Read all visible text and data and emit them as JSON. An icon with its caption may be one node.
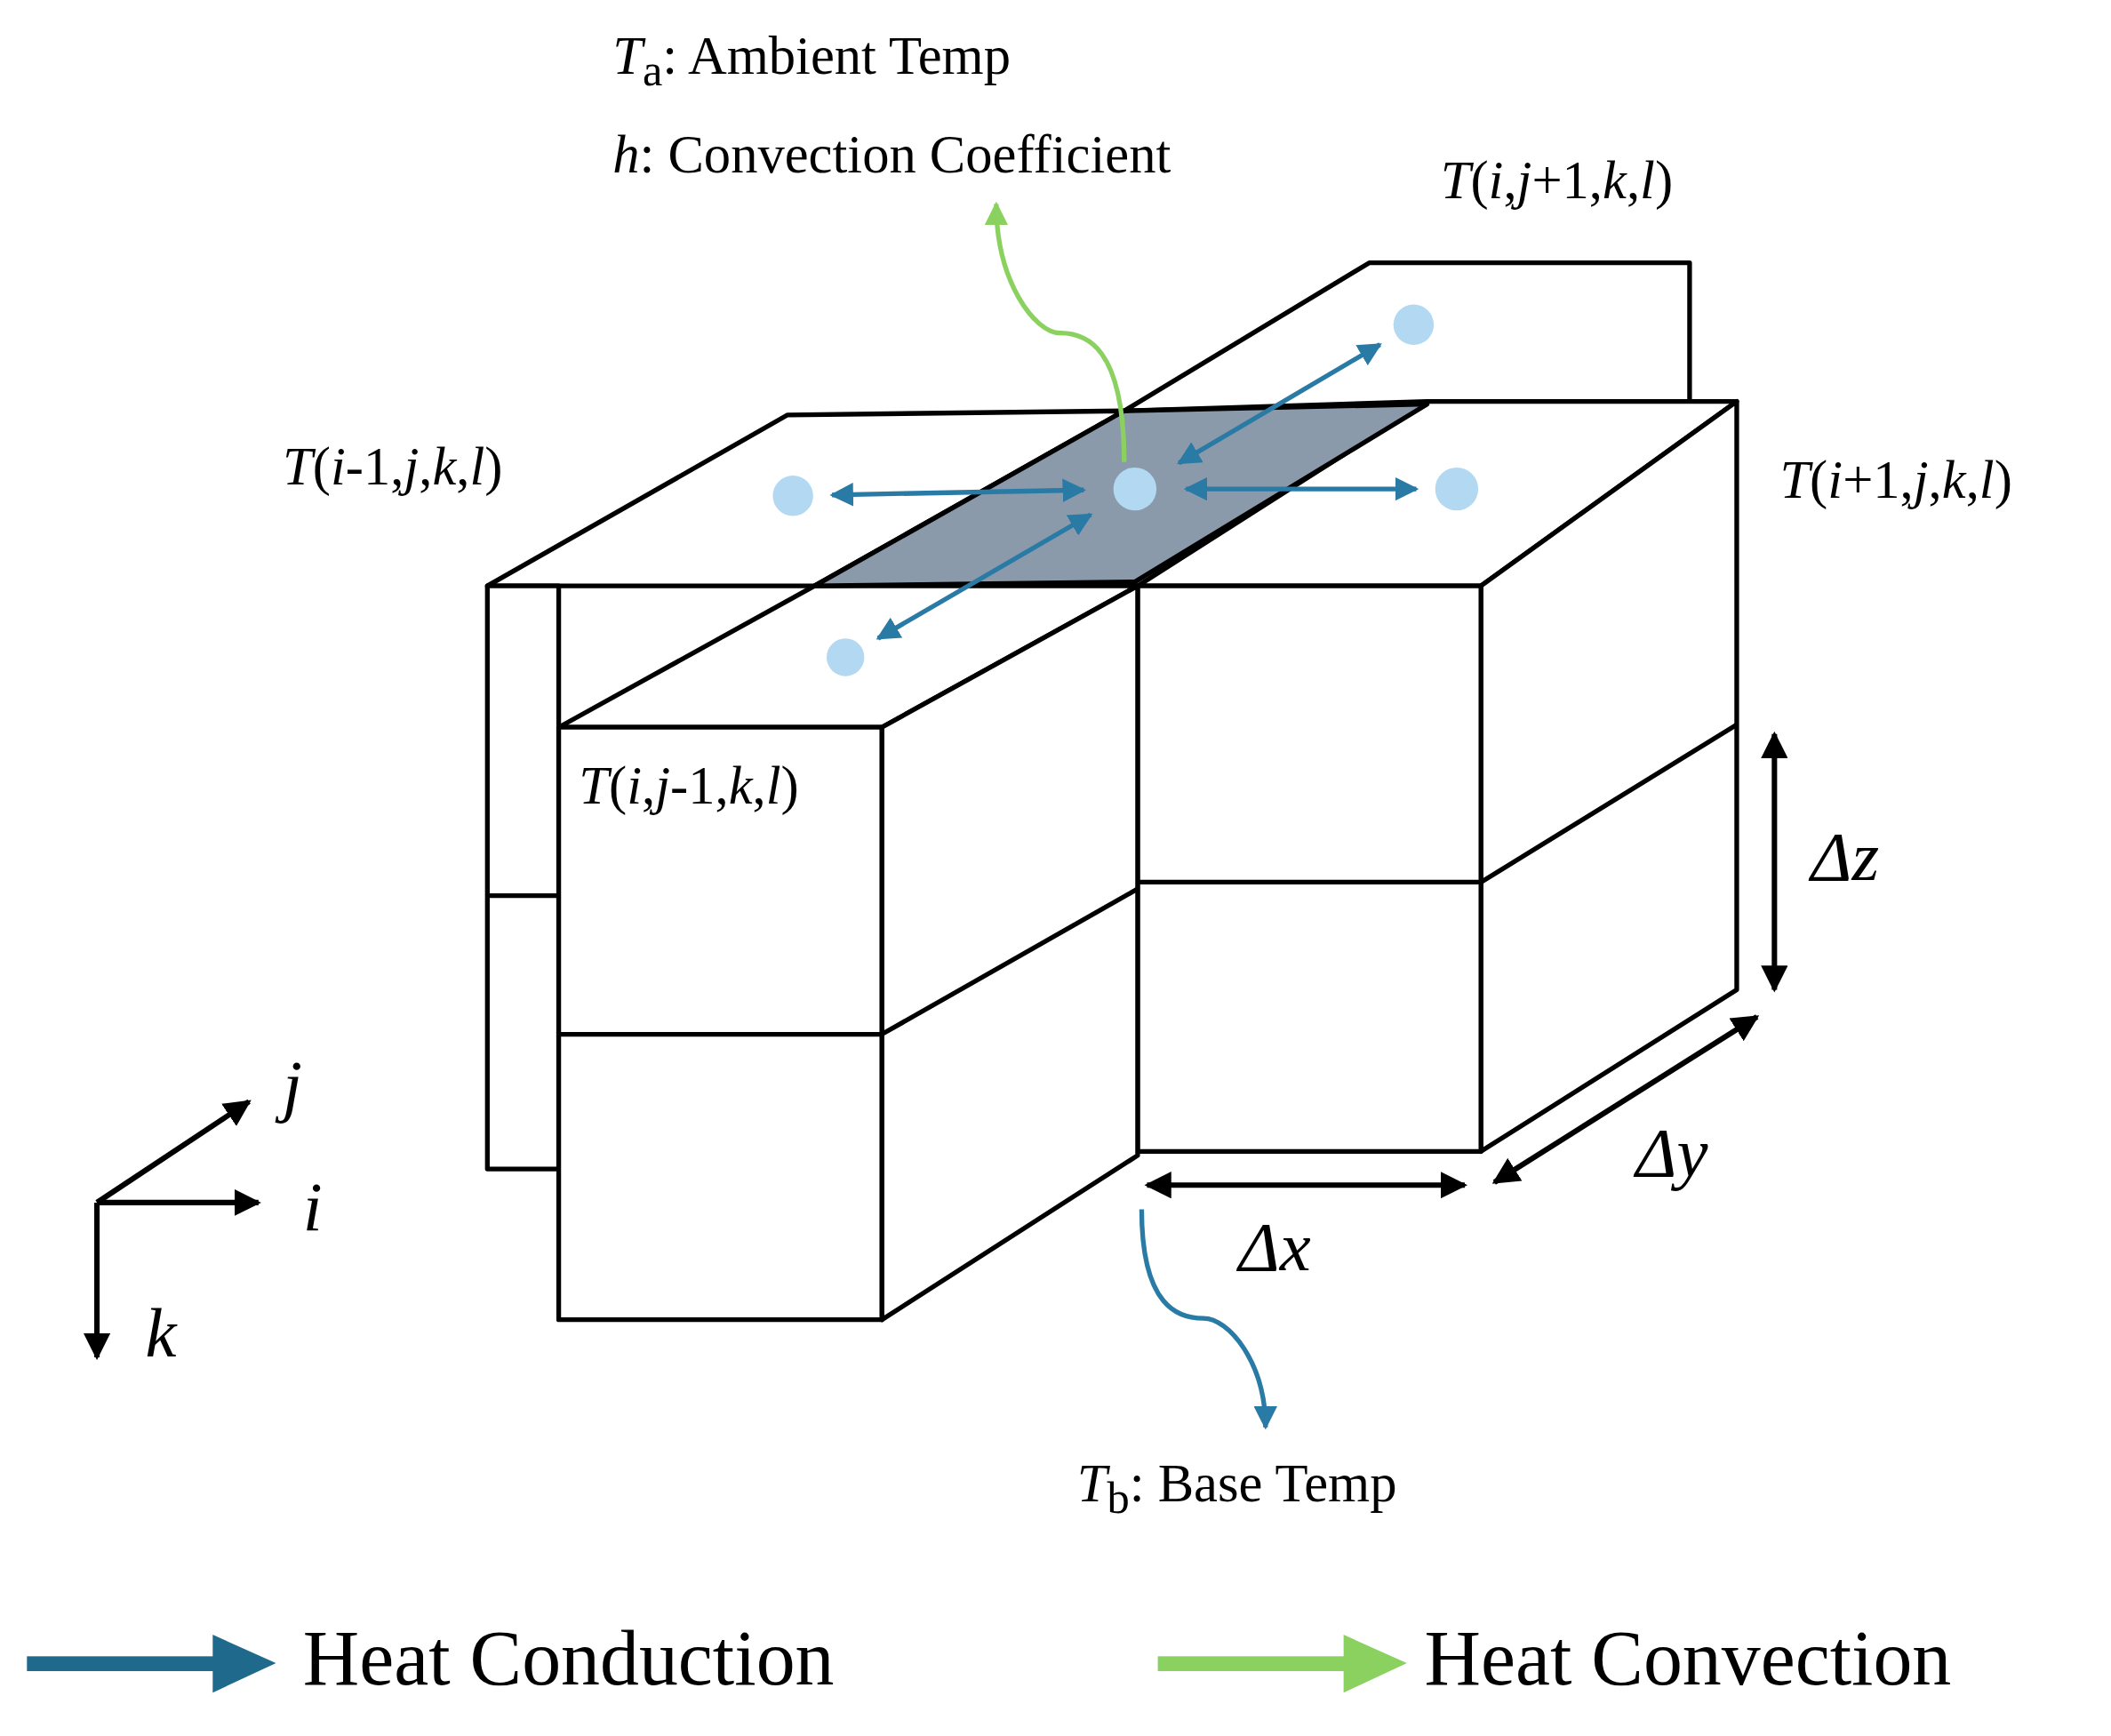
{
  "diagram": {
    "nodes": [
      {
        "text": [
          "*T*$_{a}$: Ambient Temp",
          "*h*: Convection Coefficient"
        ]
      },
      {
        "text": [],
        "shape": "circle",
        "beside": [
          "*T*(*i*,*j*+1,*k*,*l*)"
        ]
      },
      {
        "text": [],
        "shape": "circle"
      },
      {
        "text": [],
        "shape": "circle"
      },
      {
        "text": [],
        "shape": "circle"
      },
      {
        "text": [],
        "shape": "circle",
        "beside": [
          "*T*(*i*,*j*-1,*k*,*l*)"
        ]
      },
      {
        "text": [
          "*T*$_{b}$: Base Temp"
        ]
      }
    ],
    "edges": [
      {
        "from": 3,
        "to": 0,
        "arrow": "to",
        "color": "#8ad160"
      },
      {
        "from": 3,
        "to": 2,
        "arrow": "both"
      },
      {
        "from": 3,
        "to": 4,
        "arrow": "both"
      },
      {
        "from": 3,
        "to": 1,
        "arrow": "both"
      },
      {
        "from": 3,
        "to": 5,
        "arrow": "both"
      },
      {
        "from": null,
        "to": 6,
        "arrow": "to"
      }
    ],
    "labels": [
      "*T*(*i*-1,*j*,*k*,*l*)",
      "*T*(*i*+1,*j*,*k*,*l*)",
      "Δz",
      "Δy",
      "Δx",
      "j",
      "i",
      "k"
    ],
    "legend": [
      {
        "text": "Heat Conduction"
      },
      {
        "text": "Heat Convection"
      }
    ]
  }
}
